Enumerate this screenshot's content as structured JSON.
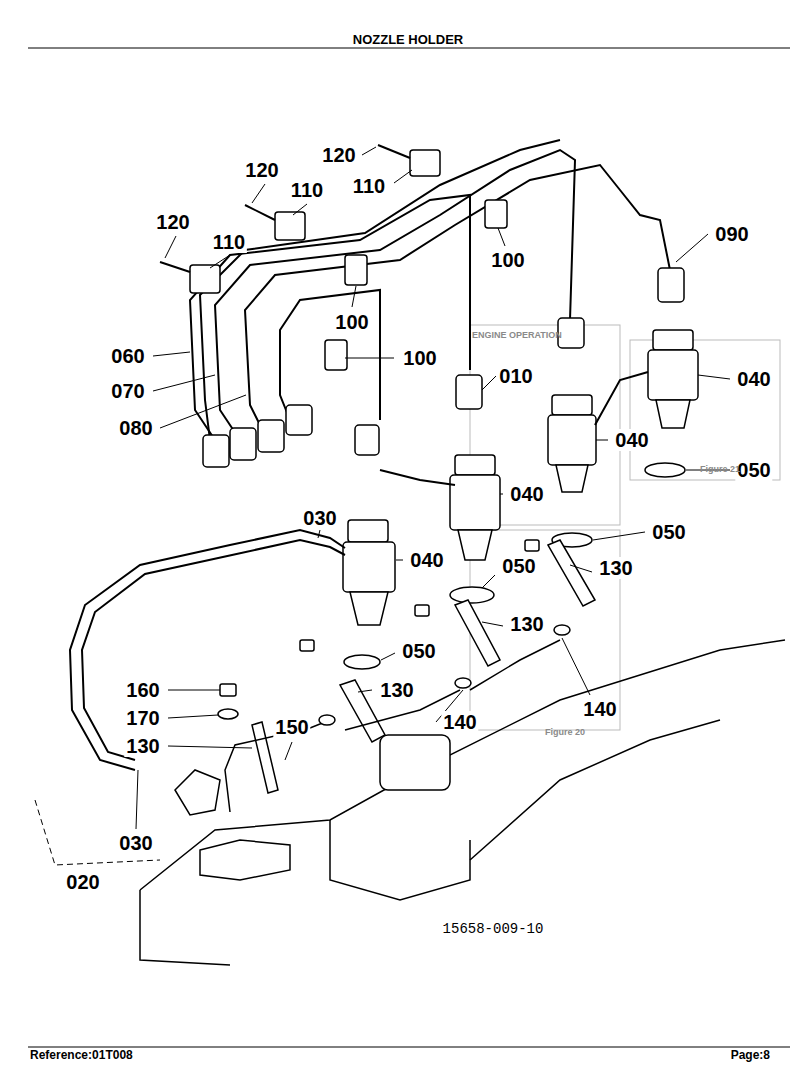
{
  "diagram": {
    "title": "NOZZLE HOLDER",
    "labels": [
      "120",
      "110",
      "120",
      "110",
      "120",
      "110",
      "090",
      "100",
      "100",
      "100",
      "060",
      "070",
      "080",
      "010",
      "040",
      "040",
      "050",
      "040",
      "030",
      "040",
      "050",
      "050",
      "130",
      "130",
      "050",
      "140",
      "130",
      "160",
      "170",
      "140",
      "150",
      "130",
      "030",
      "020",
      "15658-009-10",
      "Reference:01T008",
      "Page:8",
      "ENGINE OPERATION",
      "Figure 21",
      "Figure 20"
    ]
  }
}
